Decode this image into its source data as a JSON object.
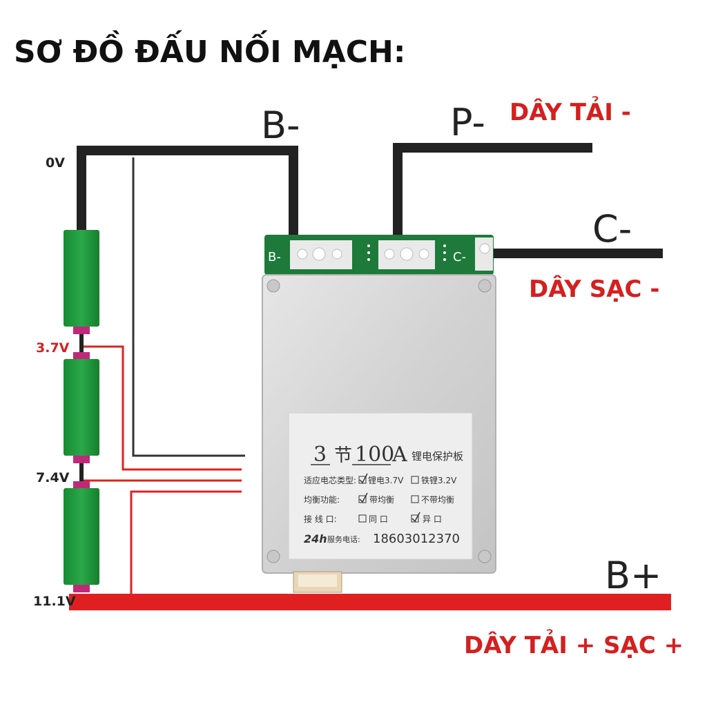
{
  "title": "SƠ ĐỒ ĐẤU NỐI MẠCH:",
  "terminals": {
    "b_minus": "B-",
    "p_minus": "P-",
    "c_minus": "C-",
    "b_plus": "B+"
  },
  "labels": {
    "load_minus": "DÂY TẢI -",
    "charge_minus": "DÂY SẠC -",
    "load_charge_plus": "DÂY TẢI + SẠC +"
  },
  "voltages": [
    "0V",
    "3.7V",
    "7.4V",
    "11.1V"
  ],
  "board": {
    "pad_b": "B-",
    "pad_c": "C-",
    "tag": {
      "cells": "3",
      "jie": "节",
      "current": "100",
      "unit": "A",
      "product": "锂电保护板",
      "row1_label": "适应电芯类型:",
      "row1_opt1": "锂电3.7V",
      "row1_opt2": "铁锂3.2V",
      "row2_label": "均衡功能:",
      "row2_opt1": "带均衡",
      "row2_opt2": "不带均衡",
      "row3_label": "接 线 口:",
      "row3_opt1": "同 口",
      "row3_opt2": "异 口",
      "hotline_prefix": "24h",
      "hotline_label": "服务电话:",
      "phone": "18603012370"
    }
  },
  "colors": {
    "wire_black": "#222222",
    "wire_red": "#e02020",
    "cell_green": "#1f9b3a",
    "cell_terminal": "#c0287a",
    "pcb_green": "#1d7a3a",
    "case_silver": "#d8d8d8",
    "label_red": "#d42020"
  }
}
